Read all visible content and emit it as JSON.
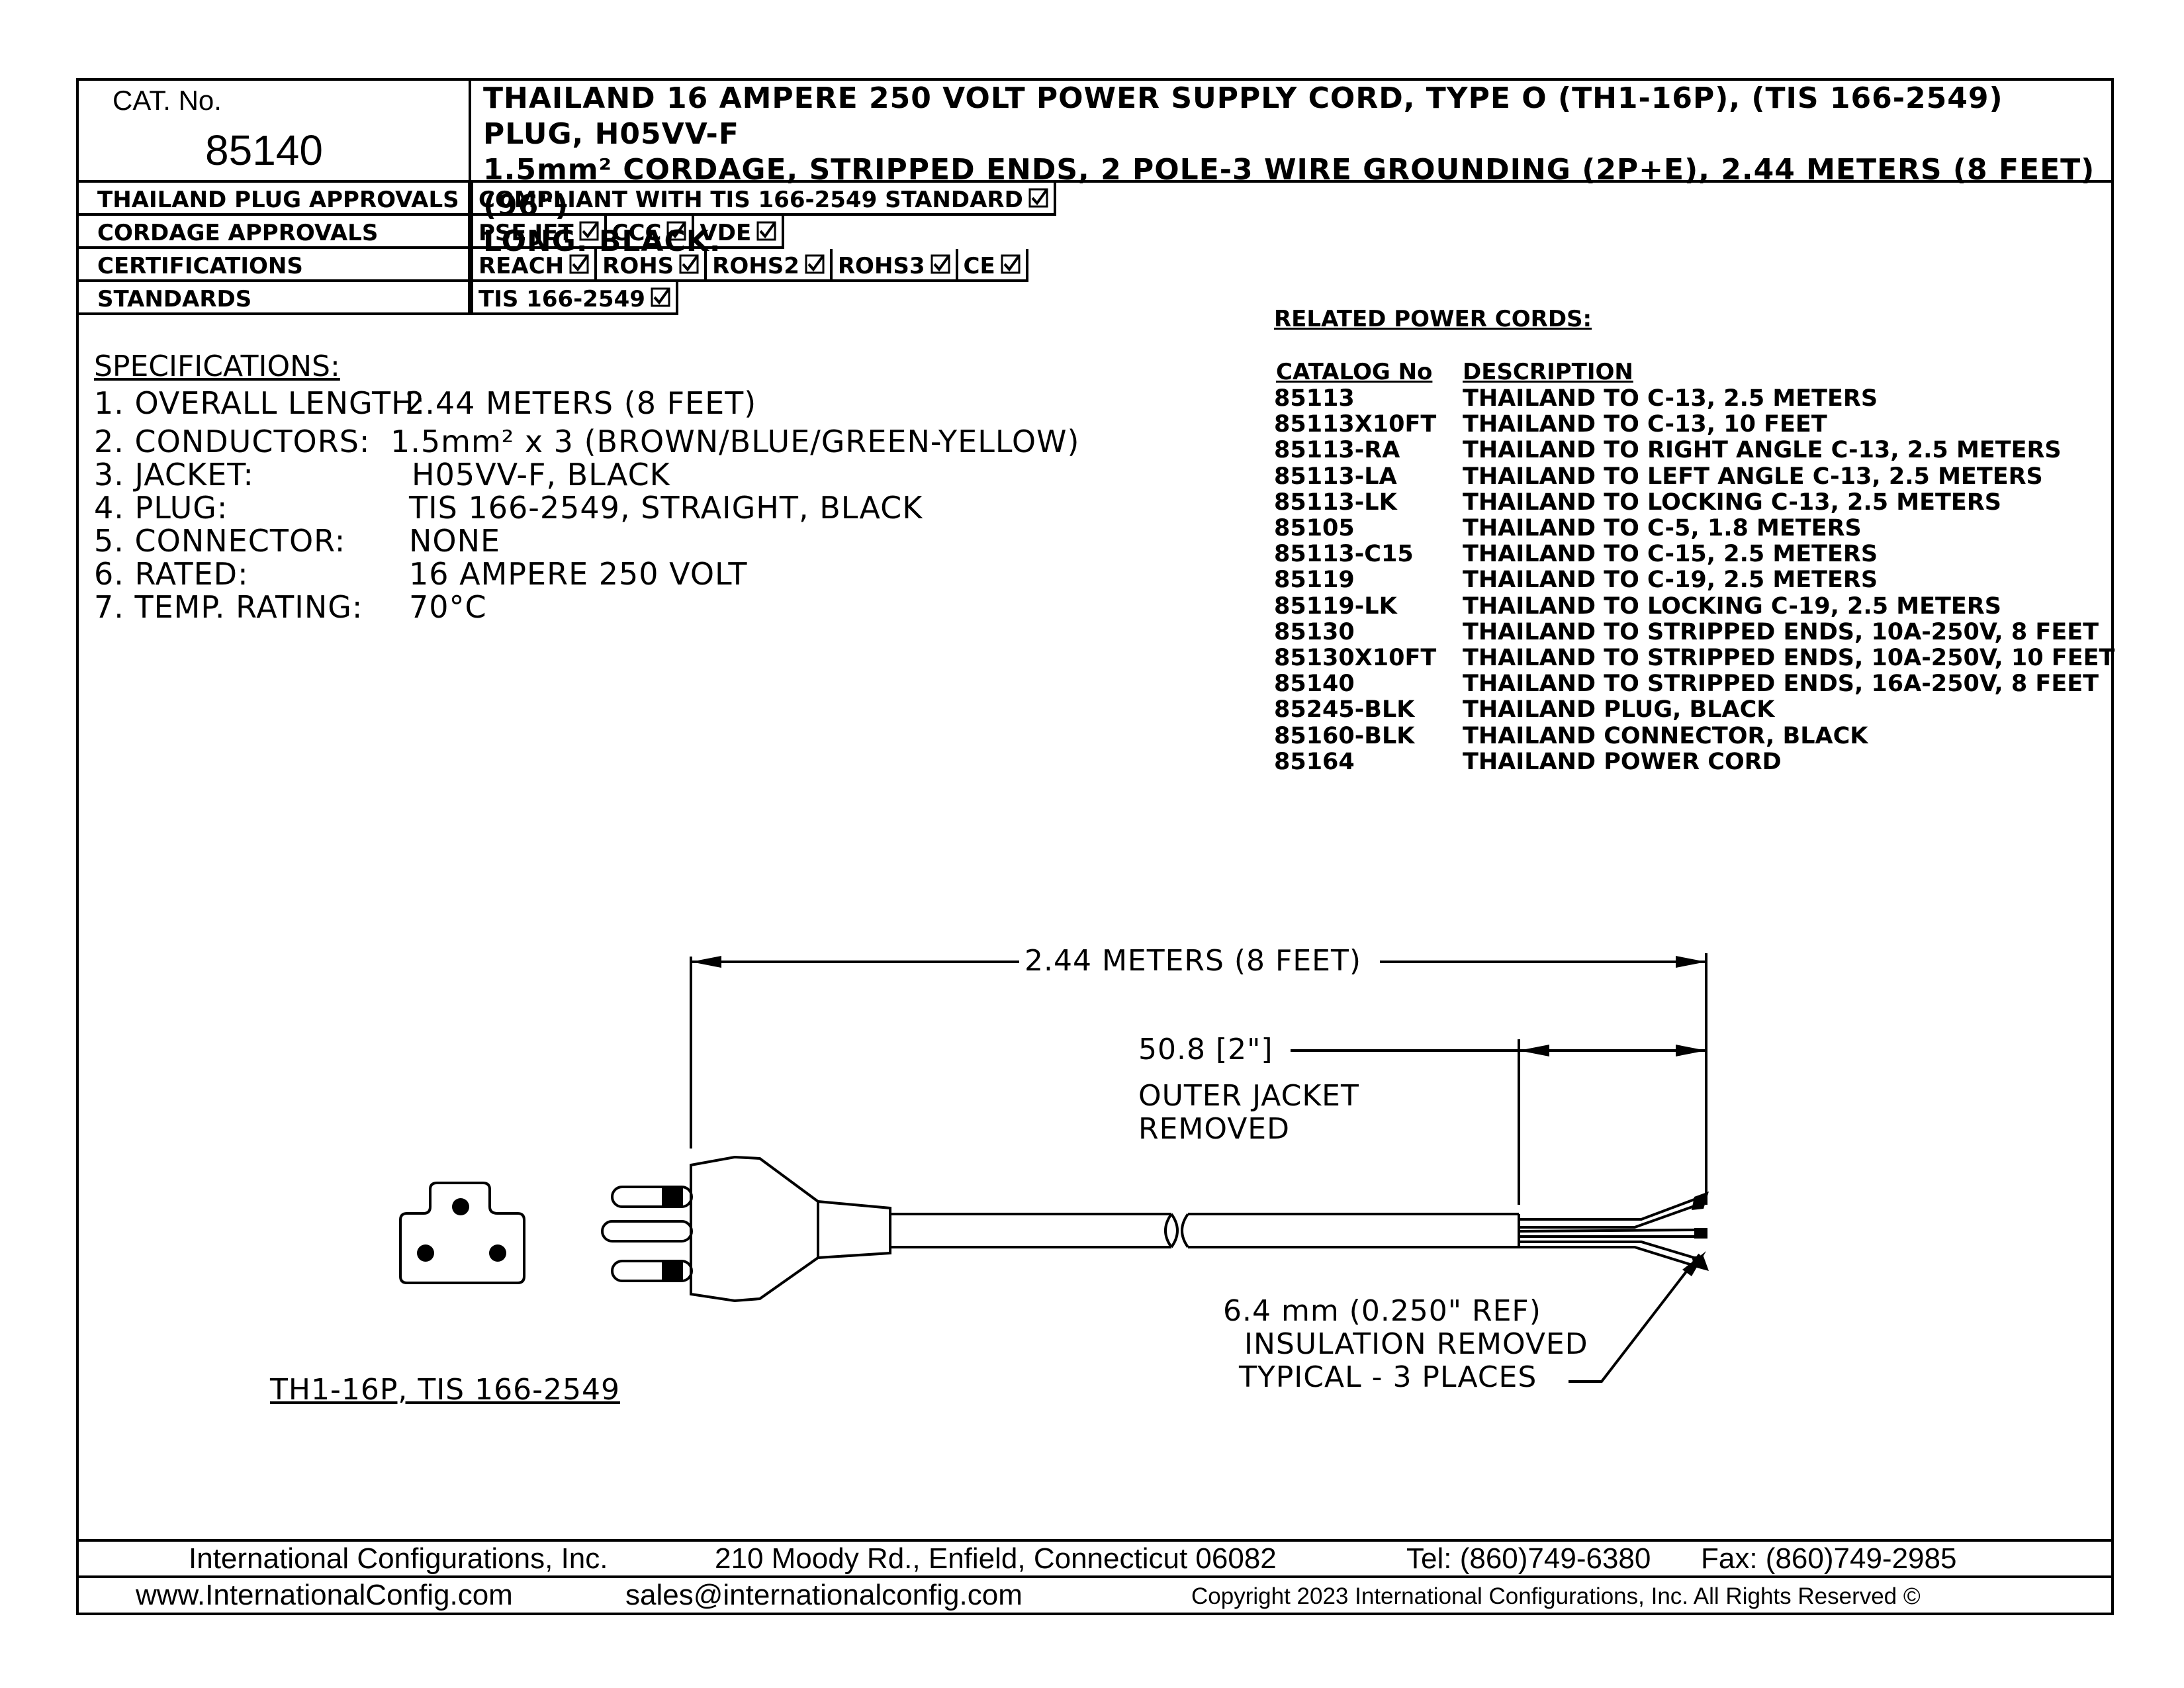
{
  "header": {
    "cat_label": "CAT. No.",
    "cat_number": "85140",
    "title_lines": [
      "THAILAND 16 AMPERE 250 VOLT POWER SUPPLY CORD, TYPE O (TH1-16P), (TIS 166-2549) PLUG, H05VV-F",
      "1.5mm² CORDAGE, STRIPPED ENDS, 2 POLE-3 WIRE GROUNDING (2P+E), 2.44 METERS (8 FEET) (96\")",
      "LONG. BLACK."
    ]
  },
  "approvals": [
    {
      "label": "THAILAND PLUG APPROVALS",
      "items": [
        "COMPLIANT WITH TIS 166-2549 STANDARD"
      ]
    },
    {
      "label": "CORDAGE APPROVALS",
      "items": [
        "PSE JET",
        "CCC",
        "VDE"
      ]
    },
    {
      "label": "CERTIFICATIONS",
      "items": [
        "REACH",
        "ROHS",
        "ROHS2",
        "ROHS3",
        "CE"
      ]
    },
    {
      "label": "STANDARDS",
      "items": [
        "TIS 166-2549"
      ]
    }
  ],
  "specifications": {
    "heading": "SPECIFICATIONS:",
    "rows": [
      {
        "label": "1. OVERALL LENGTH:",
        "value": "2.44 METERS (8 FEET)"
      },
      {
        "label": "2. CONDUCTORS:",
        "value": "1.5mm² x 3 (BROWN/BLUE/GREEN-YELLOW)"
      },
      {
        "label": "3. JACKET:",
        "value": "H05VV-F, BLACK"
      },
      {
        "label": "4. PLUG:",
        "value": "TIS 166-2549, STRAIGHT, BLACK"
      },
      {
        "label": "5. CONNECTOR:",
        "value": "NONE"
      },
      {
        "label": "6. RATED:",
        "value": "16 AMPERE 250 VOLT"
      },
      {
        "label": "7. TEMP. RATING:",
        "value": "70°C"
      }
    ]
  },
  "related": {
    "heading": "RELATED POWER CORDS:",
    "col_catalog": "CATALOG No",
    "col_description": "DESCRIPTION",
    "rows": [
      {
        "cat": "85113",
        "desc": "THAILAND TO C-13, 2.5 METERS"
      },
      {
        "cat": "85113X10FT",
        "desc": "THAILAND TO C-13, 10 FEET"
      },
      {
        "cat": "85113-RA",
        "desc": "THAILAND TO RIGHT ANGLE C-13, 2.5 METERS"
      },
      {
        "cat": "85113-LA",
        "desc": "THAILAND TO LEFT ANGLE C-13, 2.5 METERS"
      },
      {
        "cat": "85113-LK",
        "desc": "THAILAND TO LOCKING C-13, 2.5 METERS"
      },
      {
        "cat": "85105",
        "desc": "THAILAND TO C-5, 1.8 METERS"
      },
      {
        "cat": "85113-C15",
        "desc": "THAILAND TO C-15, 2.5 METERS"
      },
      {
        "cat": "85119",
        "desc": "THAILAND TO C-19, 2.5 METERS"
      },
      {
        "cat": "85119-LK",
        "desc": "THAILAND TO LOCKING C-19, 2.5 METERS"
      },
      {
        "cat": "85130",
        "desc": "THAILAND TO STRIPPED ENDS, 10A-250V, 8 FEET"
      },
      {
        "cat": "85130X10FT",
        "desc": "THAILAND TO STRIPPED ENDS, 10A-250V, 10 FEET"
      },
      {
        "cat": "85140",
        "desc": "THAILAND TO STRIPPED ENDS, 16A-250V, 8 FEET"
      },
      {
        "cat": "85245-BLK",
        "desc": "THAILAND PLUG, BLACK"
      },
      {
        "cat": "85160-BLK",
        "desc": "THAILAND CONNECTOR, BLACK"
      },
      {
        "cat": "85164",
        "desc": "THAILAND POWER CORD"
      }
    ]
  },
  "drawing": {
    "overall_length": "2.44 METERS (8 FEET)",
    "strip_length": "50.8 [2\"]",
    "jacket_note_1": "OUTER JACKET",
    "jacket_note_2": "REMOVED",
    "insulation_note_1": "6.4 mm (0.250\" REF)",
    "insulation_note_2": "INSULATION REMOVED",
    "insulation_note_3": "TYPICAL - 3 PLACES",
    "plug_caption": "TH1-16P, TIS 166-2549"
  },
  "footer": {
    "company": "International Configurations, Inc.",
    "address": "210 Moody Rd., Enfield, Connecticut 06082",
    "tel": "Tel: (860)749-6380",
    "fax": "Fax: (860)749-2985",
    "website": "www.InternationalConfig.com",
    "email": "sales@internationalconfig.com",
    "copyright": "Copyright 2023 International Configurations, Inc. All Rights Reserved ©"
  }
}
